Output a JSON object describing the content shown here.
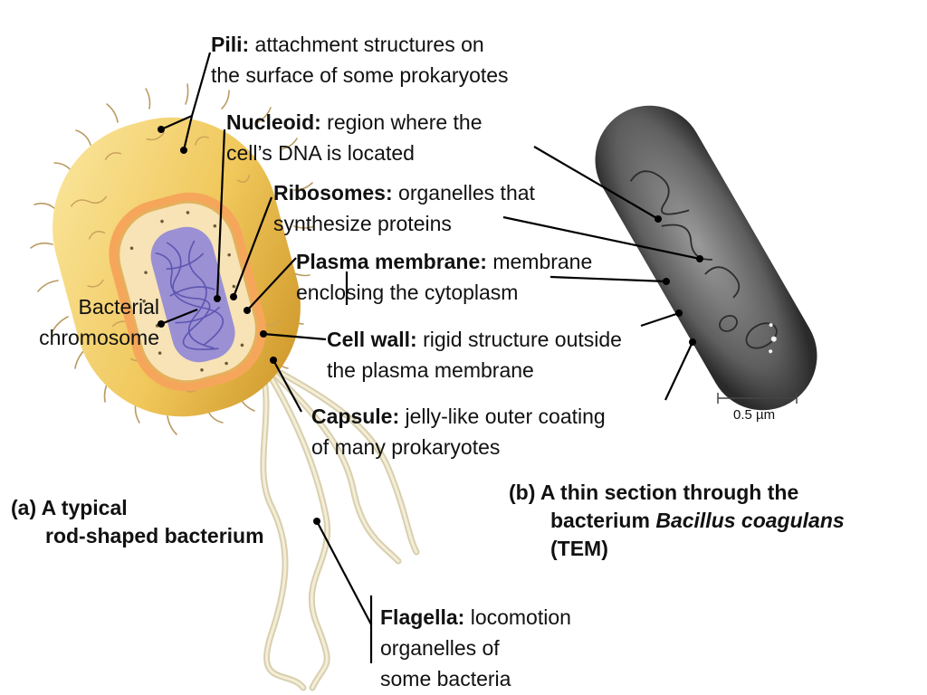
{
  "labels": {
    "pili": {
      "term": "Pili:",
      "line1": " attachment structures on",
      "line2": "the surface of some prokaryotes"
    },
    "nucleoid": {
      "term": "Nucleoid:",
      "line1": " region where the",
      "line2": "cell’s DNA is located"
    },
    "ribosomes": {
      "term": "Ribosomes:",
      "line1": " organelles that",
      "line2": "synthesize proteins"
    },
    "plasma_membrane": {
      "term": "Plasma membrane:",
      "line1": " membrane",
      "line2": "enclosing the cytoplasm"
    },
    "cell_wall": {
      "term": "Cell wall:",
      "line1": " rigid structure outside",
      "line2": "the plasma membrane"
    },
    "capsule": {
      "term": "Capsule:",
      "line1": " jelly-like outer coating",
      "line2": "of many prokaryotes"
    },
    "flagella": {
      "term": "Flagella:",
      "line1": " locomotion",
      "line2": "organelles of",
      "line3": "some bacteria"
    },
    "chromosome": {
      "line1": "Bacterial",
      "line2": "chromosome"
    }
  },
  "captions": {
    "a": {
      "line1": "(a) A typical",
      "line2": "rod-shaped bacterium"
    },
    "b": {
      "line1": "(b) A thin section through the",
      "line2_plain": "bacterium ",
      "line2_italic": "Bacillus coagulans",
      "line3": "(TEM)"
    }
  },
  "scale_bar": {
    "label": "0.5 µm"
  },
  "colors": {
    "capsule": "#f0c75a",
    "cell_wall": "#f6a65a",
    "cytoplasm": "#f7e3b6",
    "nucleoid": "#8f86d6",
    "tem": "#555555"
  }
}
